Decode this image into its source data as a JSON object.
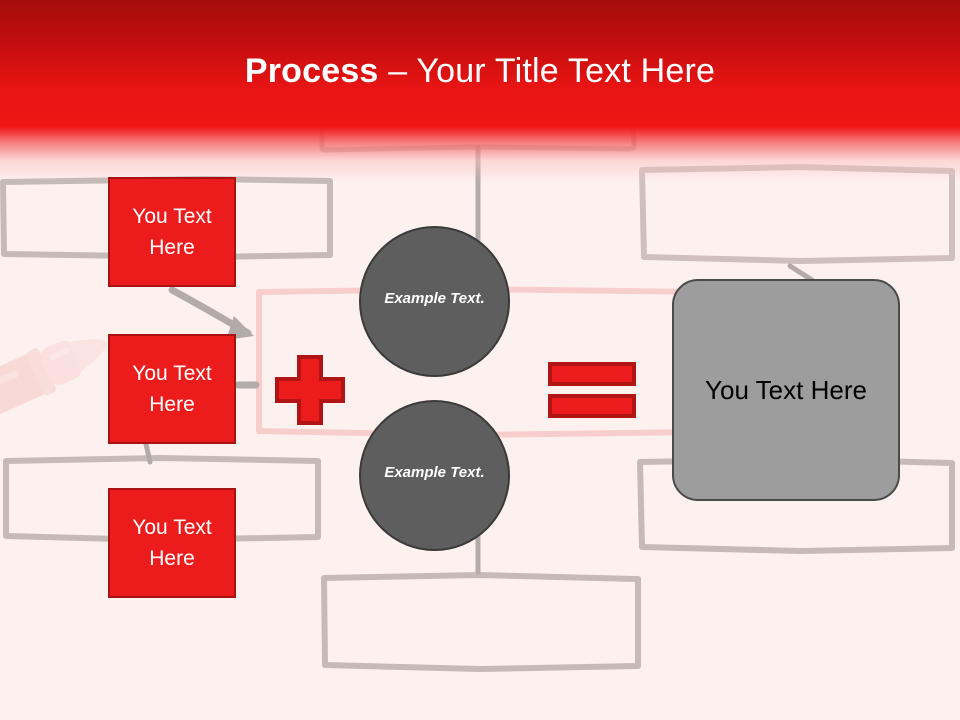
{
  "slide": {
    "title_bold": "Process",
    "title_rest": " – Your Title Text Here",
    "background_color": "#fdf1f0",
    "header_red": "#f01515",
    "header_red_dark": "#a50d0d"
  },
  "boxes": {
    "red": [
      {
        "label": "You Text Here",
        "fill": "#ec1c1c",
        "border": "#a81212",
        "text_color": "#ffffff"
      },
      {
        "label": "You Text Here",
        "fill": "#ec1c1c",
        "border": "#a81212",
        "text_color": "#ffffff"
      },
      {
        "label": "You Text Here",
        "fill": "#ec1c1c",
        "border": "#a81212",
        "text_color": "#ffffff"
      }
    ],
    "circles": [
      {
        "label": "Example Text.",
        "fill": "#5e5e5e",
        "border": "#3a3a3a",
        "text_color": "#ffffff"
      },
      {
        "label": "Example Text.",
        "fill": "#5e5e5e",
        "border": "#3a3a3a",
        "text_color": "#ffffff"
      }
    ],
    "result": {
      "label": "You Text Here",
      "fill": "#9d9d9d",
      "border": "#4a4a4a",
      "text_color": "#000000"
    }
  },
  "operators": {
    "plus": "+",
    "equals": "=",
    "fill": "#ec1c1c",
    "border": "#b01414"
  },
  "decor": {
    "sketch_stroke": "#c4bab8",
    "sketch_stroke_pink": "#f7cecb",
    "arrow_stroke": "#b3aba9",
    "marker_color": "#f6b7b1"
  }
}
